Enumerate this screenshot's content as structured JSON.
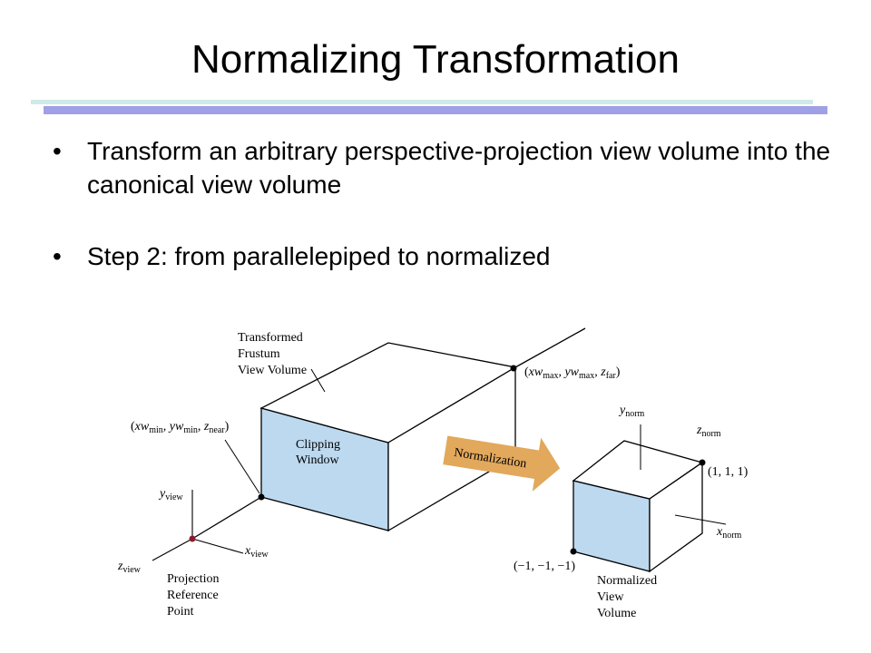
{
  "title": "Normalizing Transformation",
  "bullets": [
    {
      "marker": "•",
      "text": "Transform an arbitrary perspective-projection view volume into the canonical view volume"
    },
    {
      "marker": "•",
      "text": "Step 2: from parallelepiped to normalized"
    }
  ],
  "figure": {
    "frustum_label": [
      "Transformed",
      "Frustum",
      "View Volume"
    ],
    "clipping_label": [
      "Clipping",
      "Window"
    ],
    "arrow_label": "Normalization",
    "axis_y": {
      "base": "y",
      "sub": "view"
    },
    "axis_x": {
      "base": "x",
      "sub": "view"
    },
    "axis_z": {
      "base": "z",
      "sub": "view"
    },
    "prp_label": [
      "Projection",
      "Reference",
      "Point"
    ],
    "min_corner": {
      "open": "(",
      "a": "xw",
      "a_sub": "min",
      "b": "yw",
      "b_sub": "min",
      "c": "z",
      "c_sub": "near",
      "close": ")"
    },
    "max_corner": {
      "open": "(",
      "a": "xw",
      "a_sub": "max",
      "b": "yw",
      "b_sub": "max",
      "c": "z",
      "c_sub": "far",
      "close": ")"
    },
    "norm_y": {
      "base": "y",
      "sub": "norm"
    },
    "norm_z": {
      "base": "z",
      "sub": "norm"
    },
    "norm_x": {
      "base": "x",
      "sub": "norm"
    },
    "corner_pos": "(1, 1, 1)",
    "corner_neg": "(−1, −1, −1)",
    "norm_volume_label": [
      "Normalized",
      "View",
      "Volume"
    ],
    "colors": {
      "face": "#bcd9ef",
      "arrow": "#e2a85c",
      "prp_dot": "#8b1a2b"
    }
  }
}
